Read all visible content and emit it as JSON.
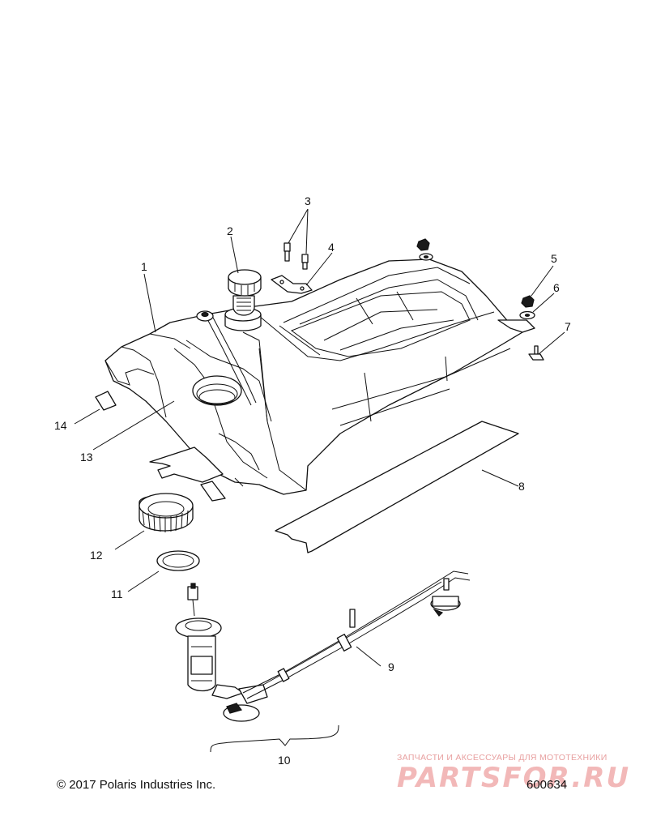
{
  "callouts": [
    {
      "id": "1",
      "label": "1"
    },
    {
      "id": "2",
      "label": "2"
    },
    {
      "id": "3",
      "label": "3"
    },
    {
      "id": "4",
      "label": "4"
    },
    {
      "id": "5",
      "label": "5"
    },
    {
      "id": "6",
      "label": "6"
    },
    {
      "id": "7",
      "label": "7"
    },
    {
      "id": "8",
      "label": "8"
    },
    {
      "id": "9",
      "label": "9"
    },
    {
      "id": "10",
      "label": "10"
    },
    {
      "id": "11",
      "label": "11"
    },
    {
      "id": "12",
      "label": "12"
    },
    {
      "id": "13",
      "label": "13"
    },
    {
      "id": "14",
      "label": "14"
    }
  ],
  "footer": {
    "copyright": "© 2017 Polaris Industries Inc.",
    "drawing_id": "600634"
  },
  "watermark": {
    "tagline": "ЗАПЧАСТИ И АКСЕССУАРЫ ДЛЯ МОТОТЕХНИКИ",
    "logo": "PARTSFOR.RU"
  }
}
